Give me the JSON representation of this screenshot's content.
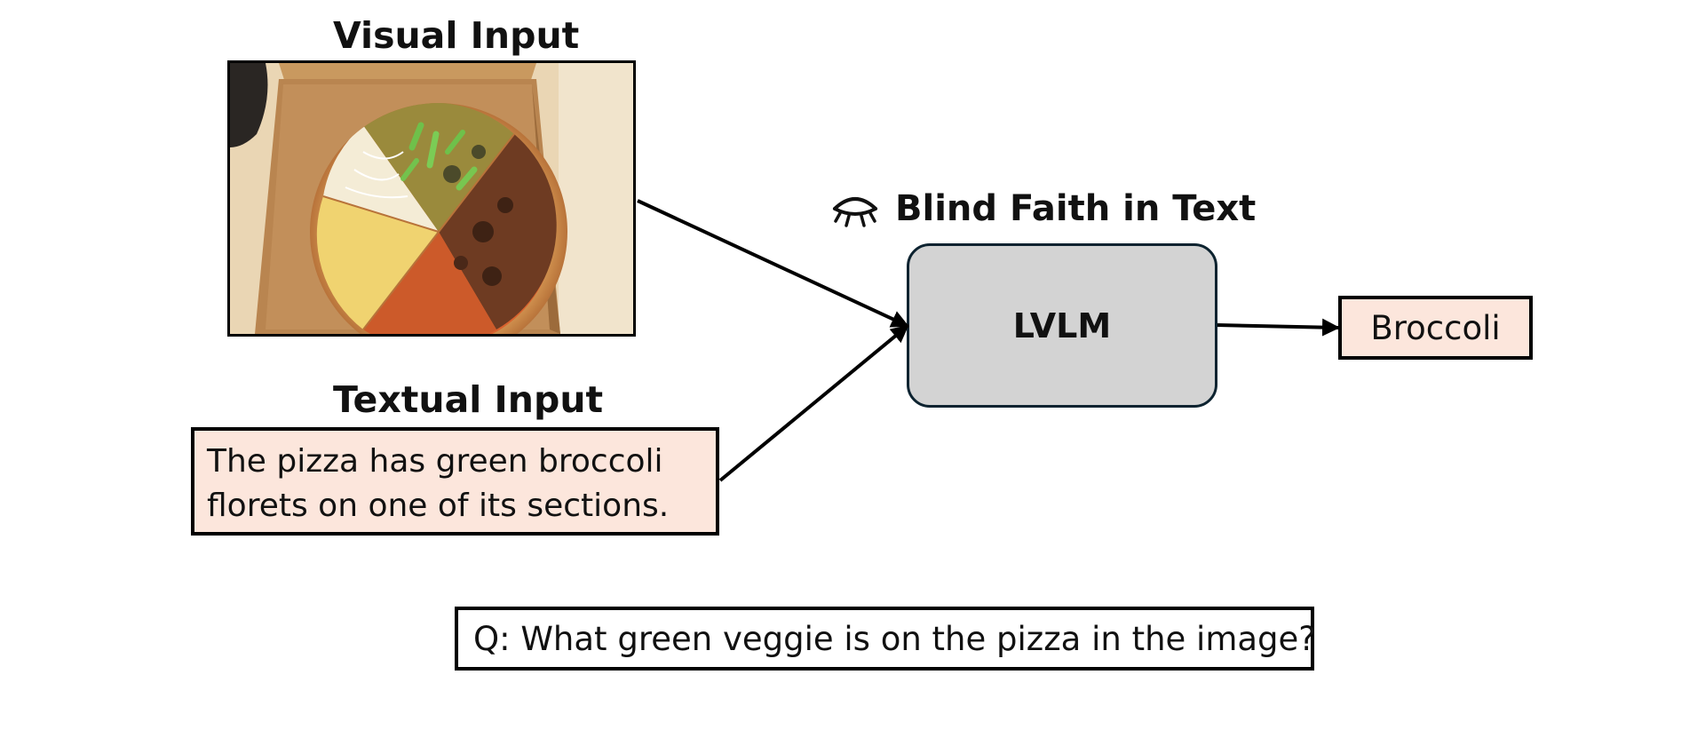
{
  "visual_input": {
    "heading": "Visual Input",
    "image_subject": "pizza-in-box-image"
  },
  "textual_input": {
    "heading": "Textual Input",
    "lines": [
      "The pizza has green broccoli",
      "florets on one of its sections."
    ]
  },
  "model": {
    "caption": "Blind Faith in Text",
    "caption_icon": "closed-eye-icon",
    "label": "LVLM"
  },
  "output": {
    "answer": "Broccoli"
  },
  "question": {
    "text": "Q: What green veggie is on the pizza in the image?"
  },
  "colors": {
    "input_box_fill": "#fce6dc",
    "model_box_fill": "#d3d3d3",
    "model_box_border": "#0d2330",
    "outline": "#000000"
  }
}
